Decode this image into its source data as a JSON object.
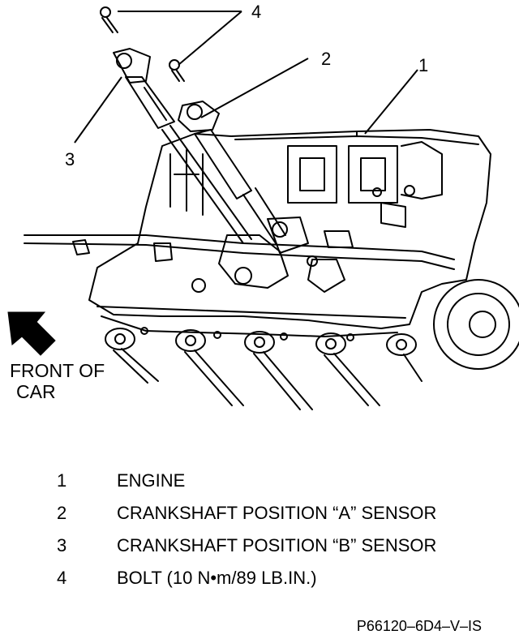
{
  "callouts": [
    "4",
    "2",
    "1",
    "3"
  ],
  "front_label": {
    "line1": "FRONT OF",
    "line2": "CAR"
  },
  "legend": [
    {
      "number": "1",
      "text": "ENGINE"
    },
    {
      "number": "2",
      "text": "CRANKSHAFT POSITION “A” SENSOR"
    },
    {
      "number": "3",
      "text": "CRANKSHAFT POSITION “B” SENSOR"
    },
    {
      "number": "4",
      "text": "BOLT (10 N•m/89 LB.IN.)"
    }
  ],
  "figure_code": "P66120–6D4–V–IS",
  "icons": {
    "front_arrow": "arrow-up-left-icon"
  },
  "colors": {
    "ink": "#000000",
    "background": "#ffffff"
  }
}
